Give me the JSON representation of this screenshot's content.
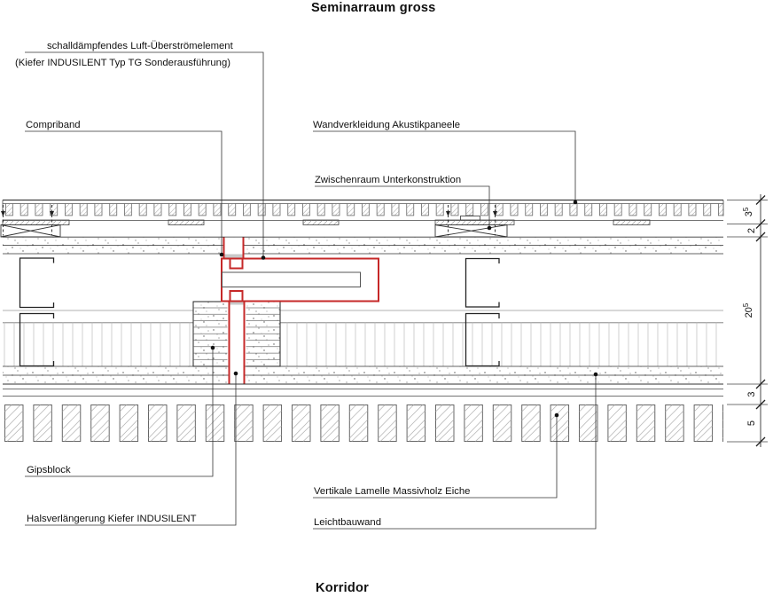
{
  "titles": {
    "top": "Seminarraum gross",
    "bottom": "Korridor"
  },
  "labels": {
    "overstroem_line1": "schalldämpfendes Luft-Überströmelement",
    "overstroem_line2": "(Kiefer INDUSILENT Typ TG Sonderausführung)",
    "compriband": "Compriband",
    "wandverkleidung": "Wandverkleidung Akustikpaneele",
    "zwischenraum": "Zwischenraum Unterkonstruktion",
    "gipsblock": "Gipsblock",
    "halsverlaengerung": "Halsverlängerung Kiefer INDUSILENT",
    "vertikale_lamelle": "Vertikale Lamelle Massivholz Eiche",
    "leichtbauwand": "Leichtbauwand"
  },
  "dimensions": {
    "d1_main": "3",
    "d1_sup": "5",
    "d2": "2",
    "d3_main": "20",
    "d3_sup": "5",
    "d4": "3",
    "d5": "5"
  },
  "colors": {
    "highlight_red": "#c62828",
    "slot_gray": "#c9c9c9",
    "line_dark": "#222222",
    "line_light": "#999999"
  }
}
